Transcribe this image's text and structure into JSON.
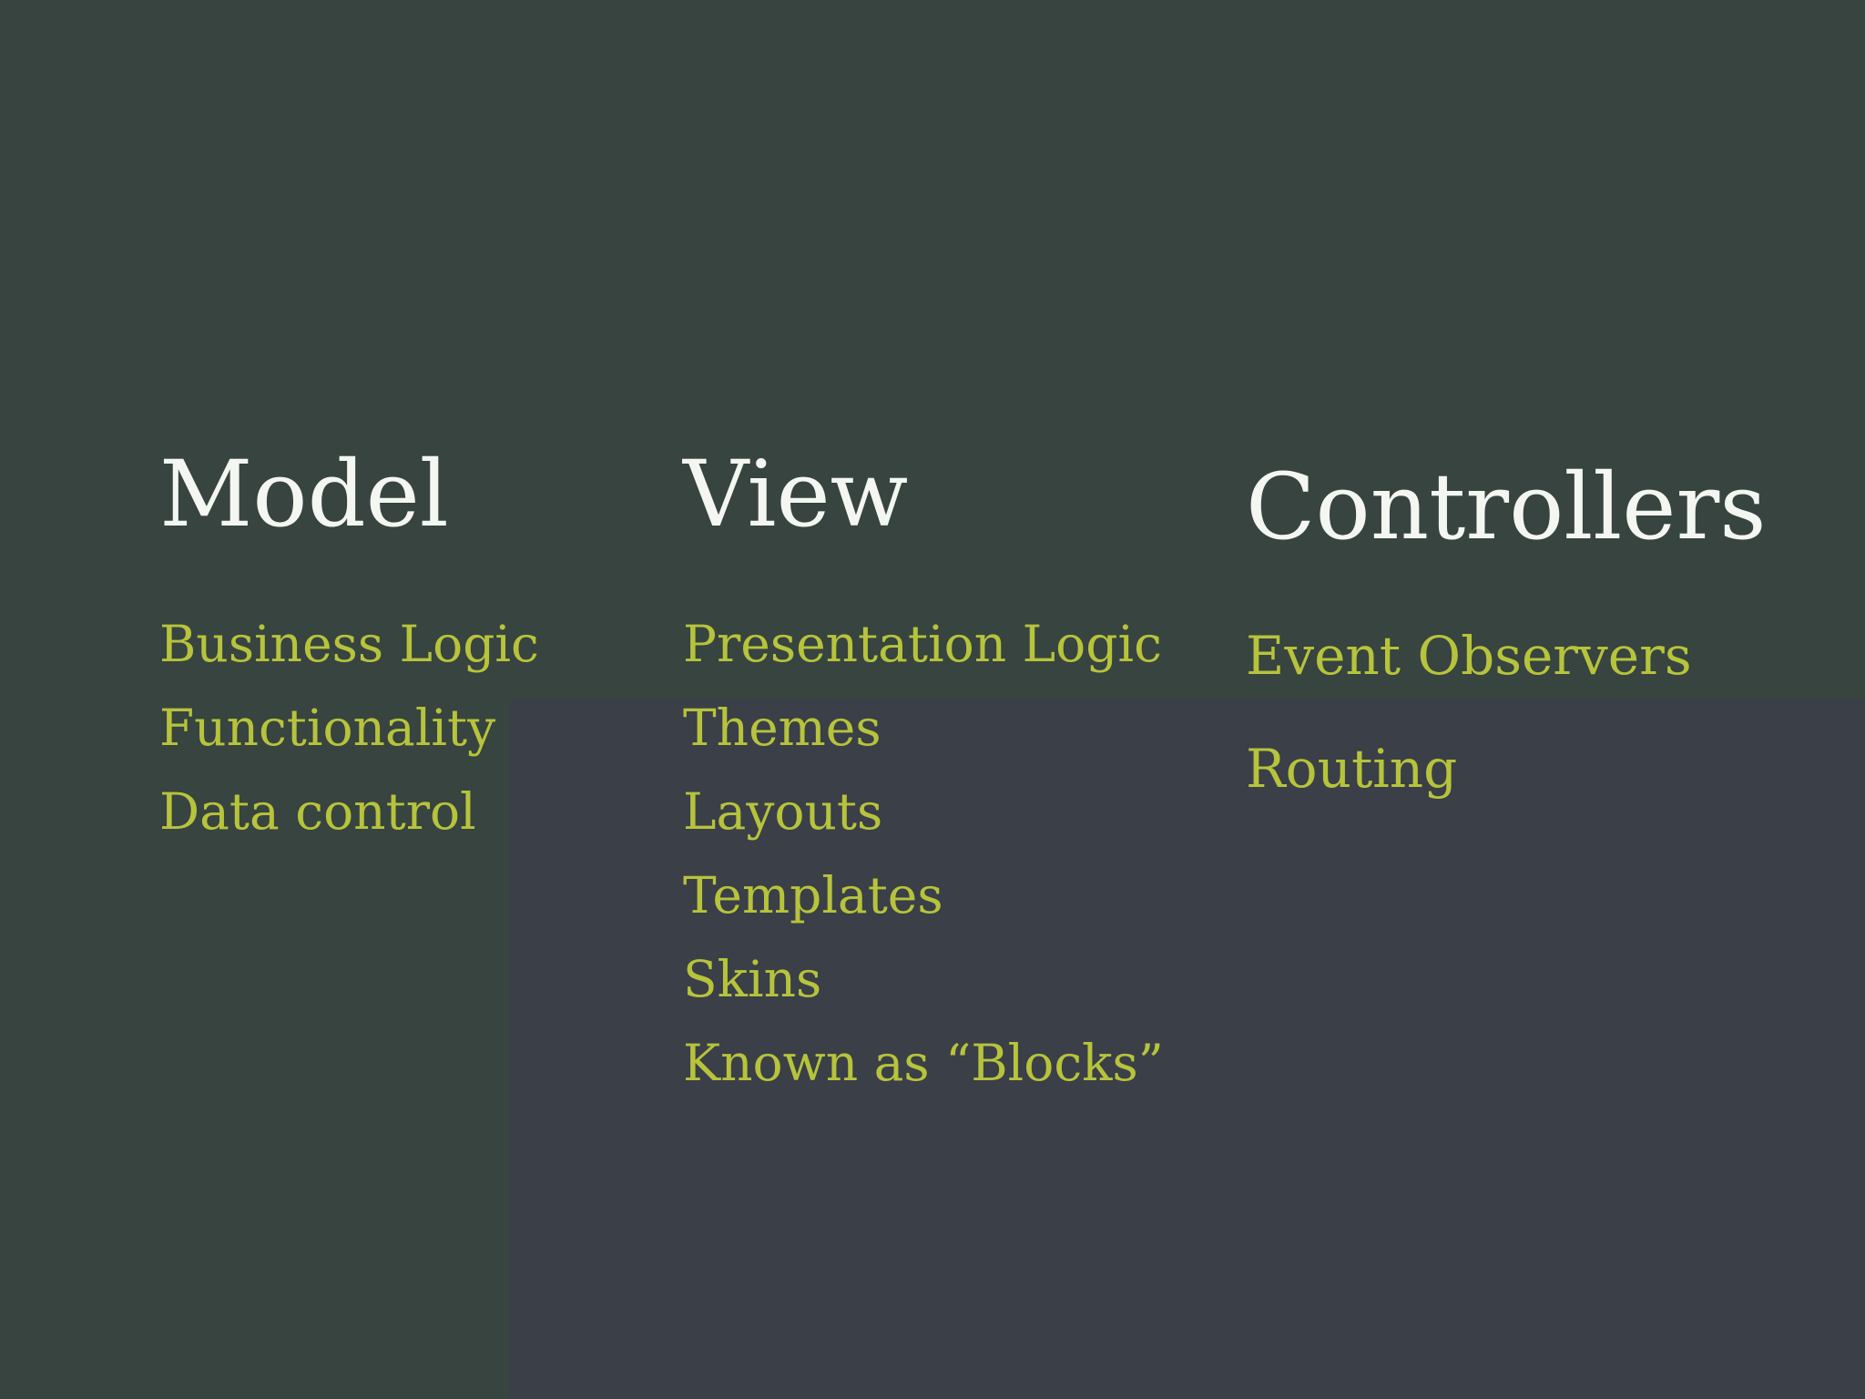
{
  "slide": {
    "background": {
      "base_color": "#374440",
      "lower_right_panel_color": "#3A3F48"
    },
    "text_colors": {
      "heading": "#F4F6F1",
      "item": "#B7C33B"
    },
    "columns": [
      {
        "id": "model",
        "title": "Model",
        "items": [
          "Business Logic",
          "Functionality",
          "Data control"
        ]
      },
      {
        "id": "view",
        "title": "View",
        "items": [
          "Presentation Logic",
          "Themes",
          "Layouts",
          "Templates",
          "Skins",
          "Known as “Blocks”"
        ]
      },
      {
        "id": "controllers",
        "title": "Controllers",
        "items": [
          "Event Observers",
          "Routing"
        ]
      }
    ]
  }
}
